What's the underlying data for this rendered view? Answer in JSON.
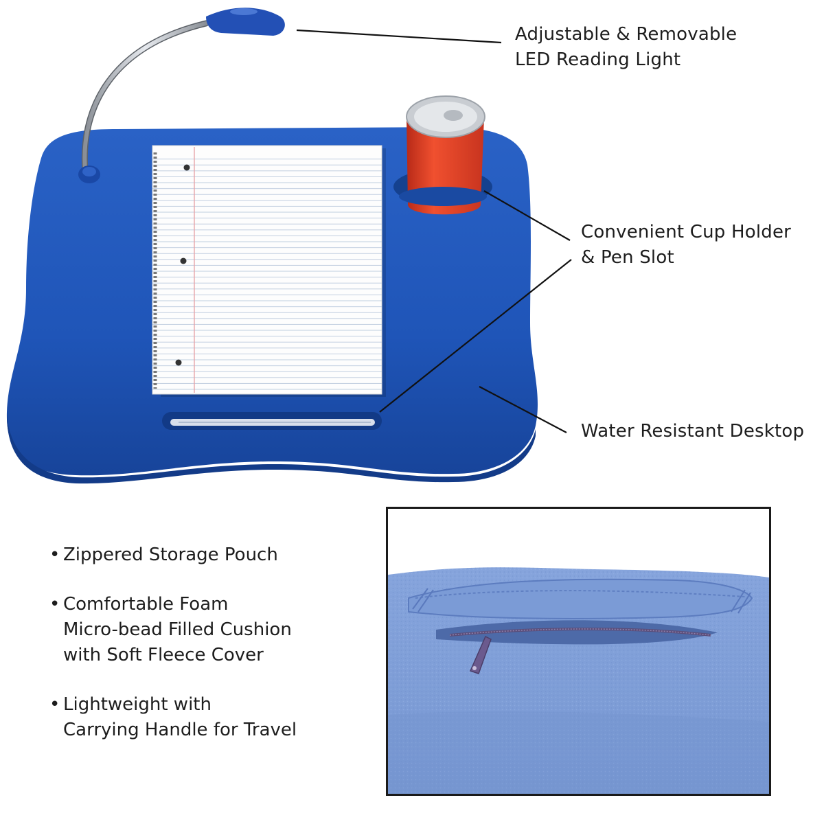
{
  "callouts": {
    "light": [
      "Adjustable & Removable",
      "LED Reading Light"
    ],
    "cup_holder": [
      "Convenient Cup Holder",
      "& Pen Slot"
    ],
    "desktop": [
      "Water Resistant Desktop"
    ]
  },
  "bullets": [
    [
      "Zippered Storage Pouch"
    ],
    [
      "Comfortable Foam",
      "Micro-bead Filled Cushion",
      "with Soft Fleece Cover"
    ],
    [
      "Lightweight with",
      "Carrying Handle for Travel"
    ]
  ],
  "colors": {
    "tray": "#1f55b8",
    "cup_sleeve": "#e0402a",
    "fleece": "#7f9fd8",
    "callout_line": "#111111"
  }
}
